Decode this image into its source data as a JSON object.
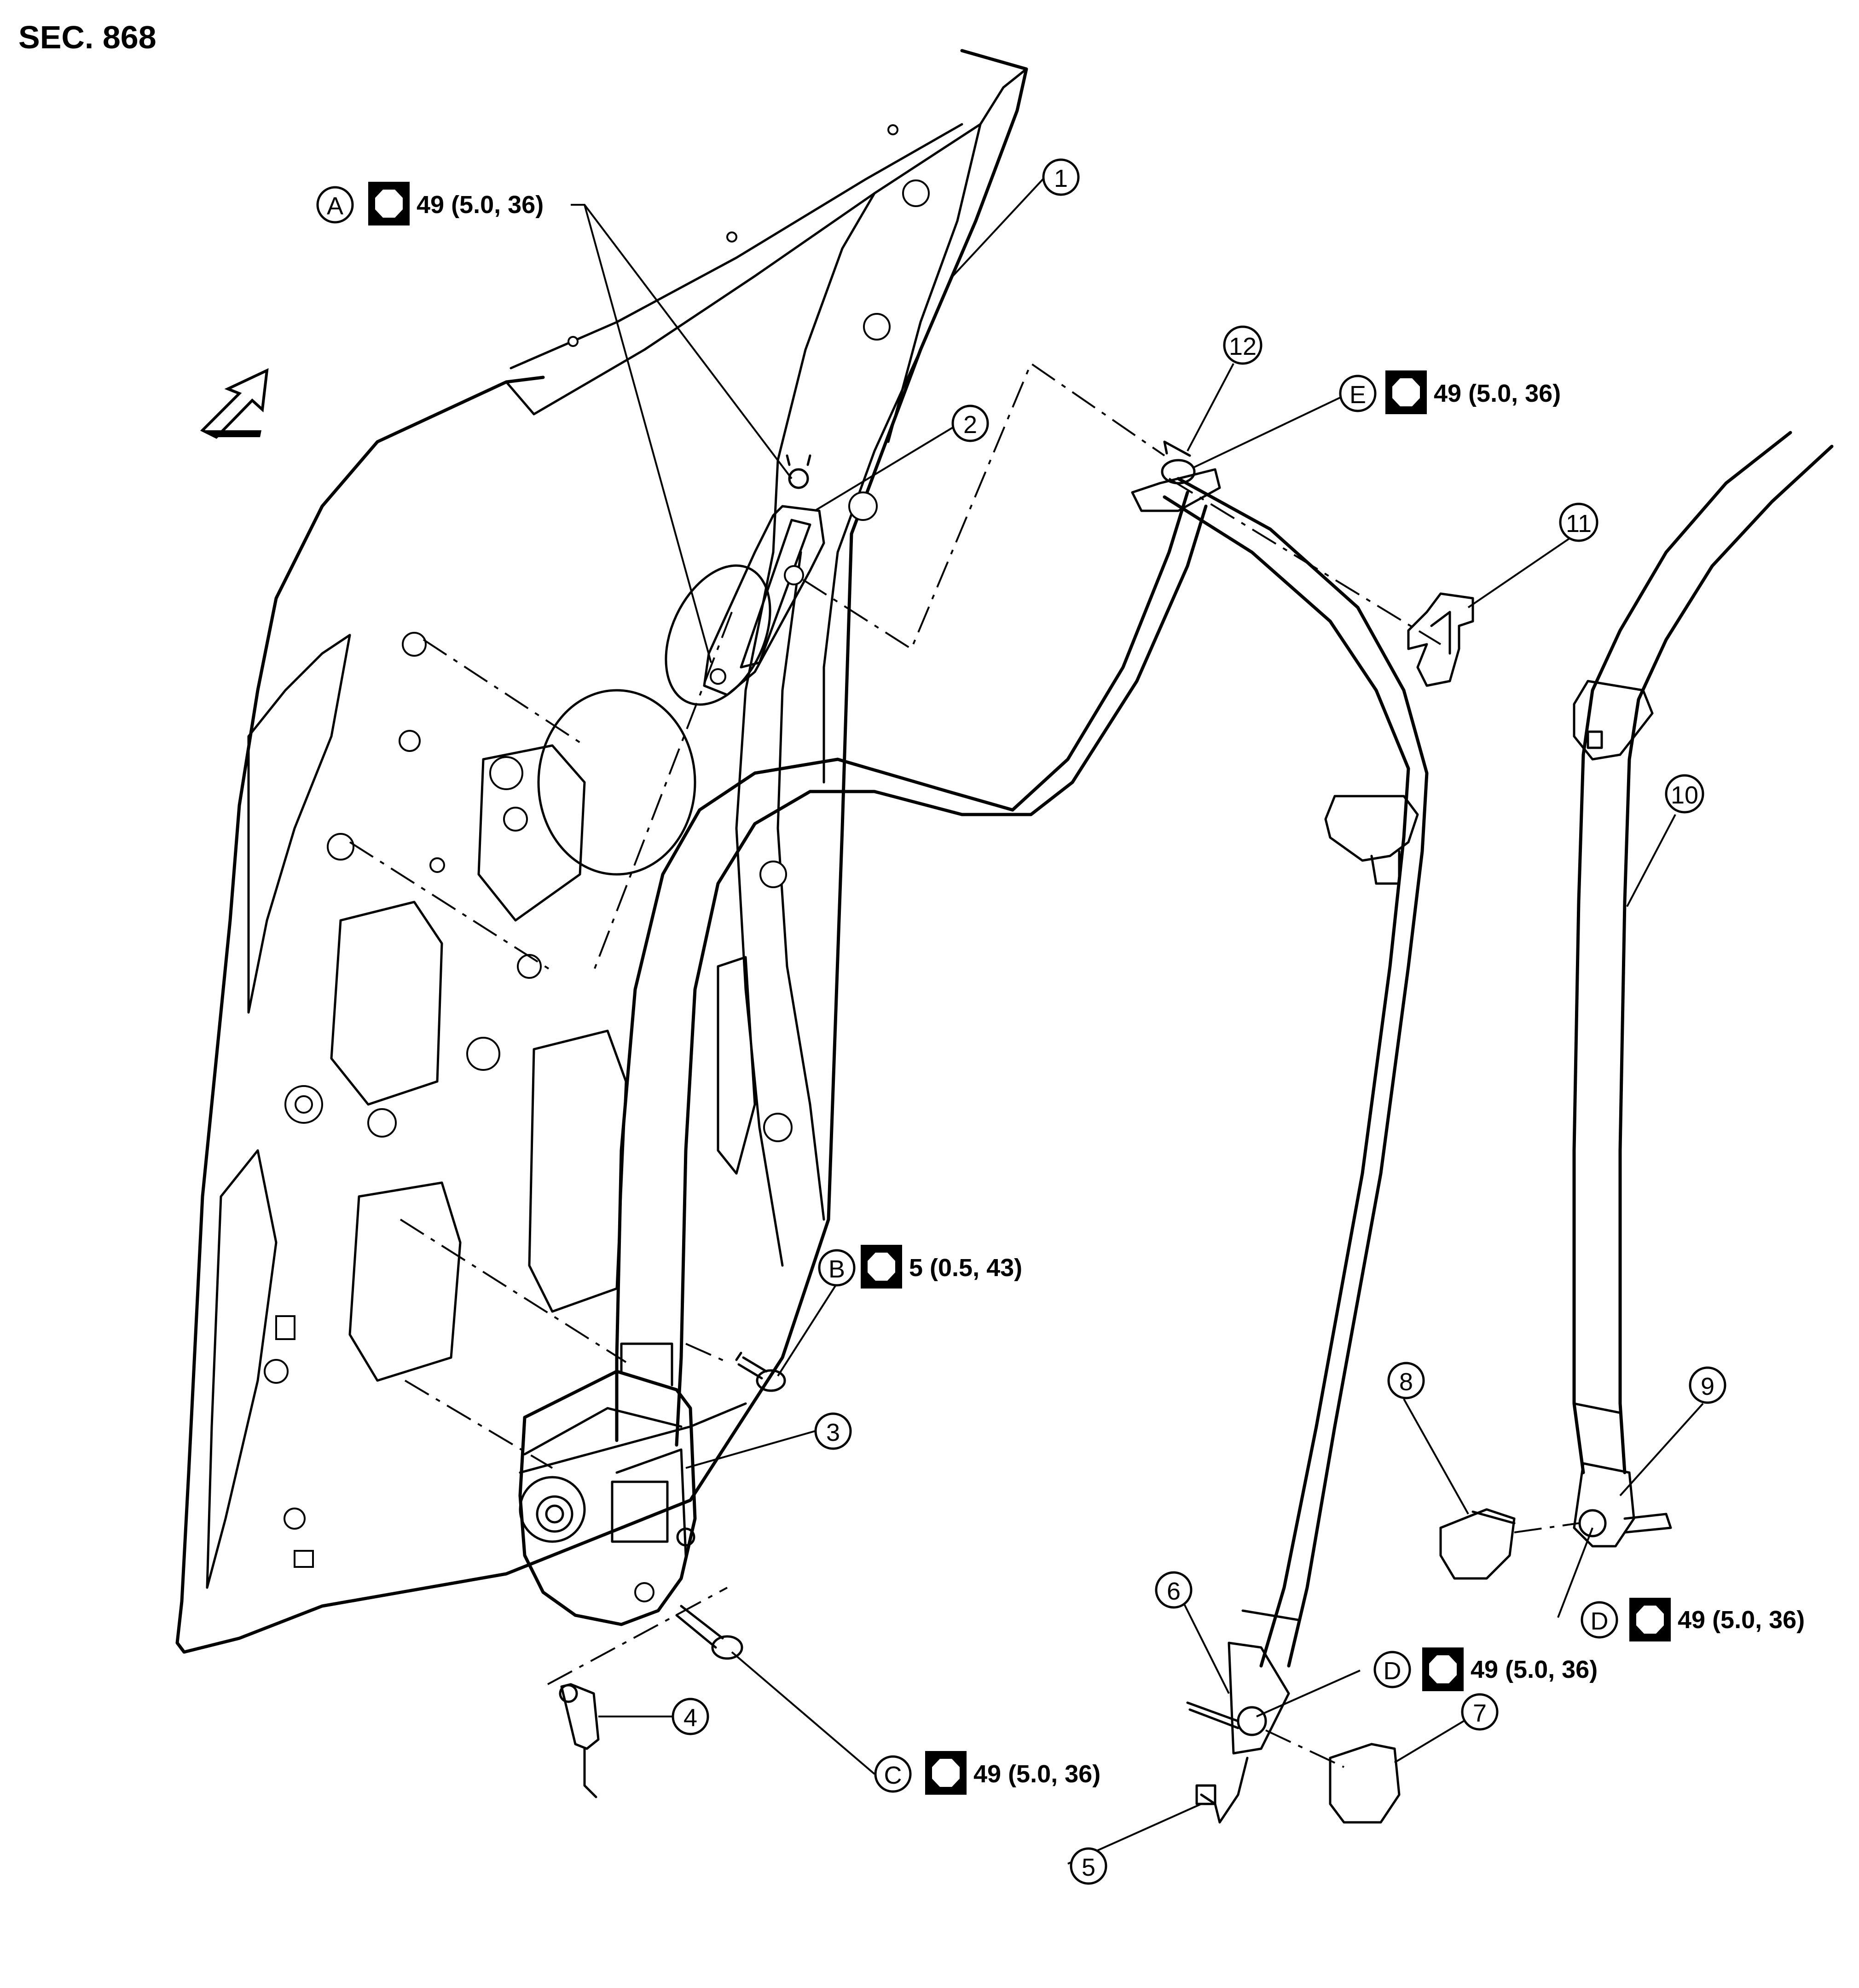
{
  "section_label": "SEC. 868",
  "parts": [
    {
      "id": "1",
      "label": "1"
    },
    {
      "id": "2",
      "label": "2"
    },
    {
      "id": "3",
      "label": "3"
    },
    {
      "id": "4",
      "label": "4"
    },
    {
      "id": "5",
      "label": "5"
    },
    {
      "id": "6",
      "label": "6"
    },
    {
      "id": "7",
      "label": "7"
    },
    {
      "id": "8",
      "label": "8"
    },
    {
      "id": "9",
      "label": "9"
    },
    {
      "id": "10",
      "label": "10"
    },
    {
      "id": "11",
      "label": "11"
    },
    {
      "id": "12",
      "label": "12"
    }
  ],
  "torque_specs": [
    {
      "id": "A",
      "letter": "A",
      "value": "49 (5.0, 36)"
    },
    {
      "id": "B",
      "letter": "B",
      "value": "5 (0.5, 43)"
    },
    {
      "id": "C",
      "letter": "C",
      "value": "49 (5.0, 36)"
    },
    {
      "id": "D1",
      "letter": "D",
      "value": "49 (5.0, 36)"
    },
    {
      "id": "D2",
      "letter": "D",
      "value": "49 (5.0, 36)"
    },
    {
      "id": "E",
      "letter": "E",
      "value": "49 (5.0, 36)"
    }
  ],
  "icons": [
    "torque-wrench-icon",
    "front-direction-arrow-icon"
  ]
}
